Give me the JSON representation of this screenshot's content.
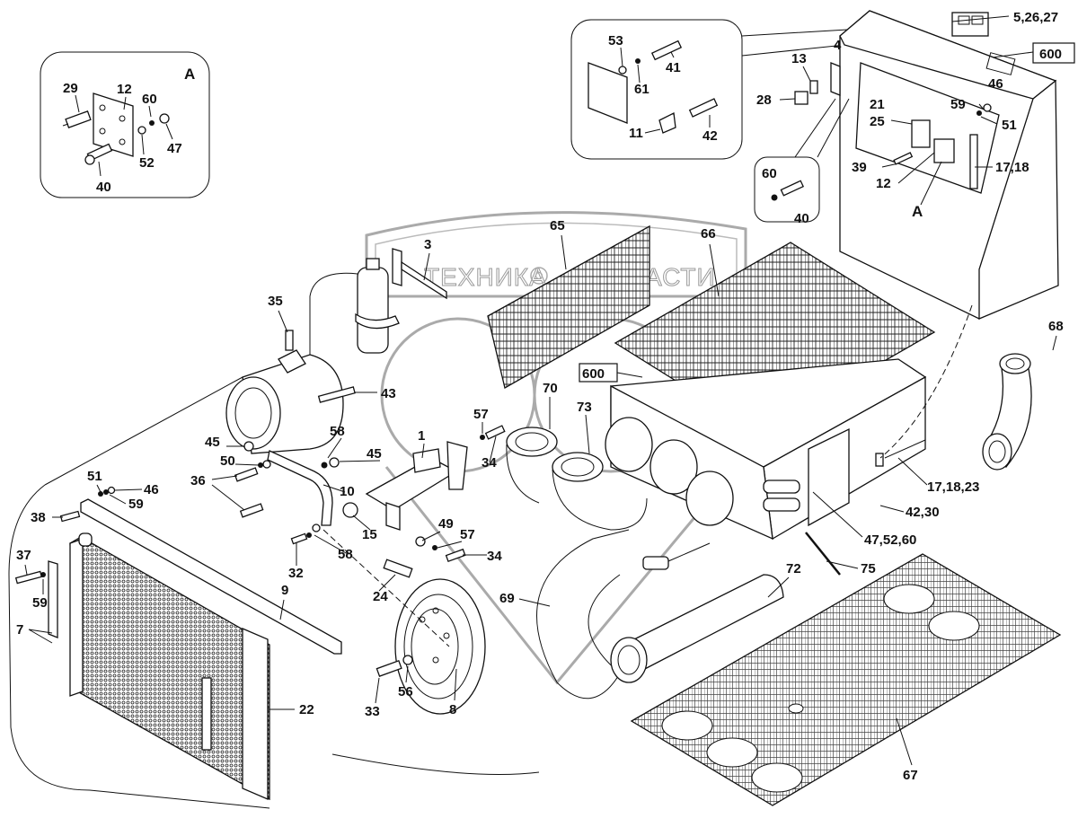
{
  "diagram": {
    "title": "Exploded parts view — air conditioning / heater unit",
    "watermark": {
      "left_word": "ТЕХНИКА",
      "right_word": "ЗАПЧАСТИ",
      "logo_letters": "ЭТ"
    },
    "inset_a": {
      "title": "A",
      "labels": [
        "29",
        "12",
        "60",
        "47",
        "52",
        "40"
      ]
    },
    "inset_bracket": {
      "labels": [
        "53",
        "41",
        "61",
        "11",
        "42"
      ]
    },
    "inset_bolt": {
      "labels": [
        "60",
        "40"
      ]
    },
    "ref_boxes": [
      "600",
      "600"
    ],
    "labels": {
      "l_5_26_27": "5,26,27",
      "l_4": "4",
      "l_13": "13",
      "l_28": "28",
      "l_21": "21",
      "l_25": "25",
      "l_59a": "59",
      "l_46a": "46",
      "l_51a": "51",
      "l_39": "39",
      "l_12": "12",
      "l_17_18": "17,18",
      "l_A": "A",
      "l_3": "3",
      "l_65": "65",
      "l_66": "66",
      "l_35": "35",
      "l_43": "43",
      "l_68": "68",
      "l_70": "70",
      "l_73": "73",
      "l_57a": "57",
      "l_34a": "34",
      "l_1": "1",
      "l_58a": "58",
      "l_45a": "45",
      "l_45b": "45",
      "l_50": "50",
      "l_36": "36",
      "l_10": "10",
      "l_15": "15",
      "l_49": "49",
      "l_57b": "57",
      "l_34b": "34",
      "l_58b": "58",
      "l_32": "32",
      "l_24": "24",
      "l_51b": "51",
      "l_46b": "46",
      "l_59b": "59",
      "l_38": "38",
      "l_37": "37",
      "l_59c": "59",
      "l_7": "7",
      "l_9": "9",
      "l_22": "22",
      "l_33": "33",
      "l_56": "56",
      "l_8": "8",
      "l_69": "69",
      "l_72": "72",
      "l_75": "75",
      "l_17_18_23": "17,18,23",
      "l_42_30": "42,30",
      "l_47_52_60": "47,52,60",
      "l_67": "67"
    },
    "part_icons": {
      "compressor": "compressor-icon",
      "receiver_drier": "receiver-drier-icon",
      "condenser": "condenser-radiator-icon",
      "evaporator_box": "evaporator-box-icon",
      "control_cabinet": "control-cabinet-icon",
      "pulley": "pulley-icon",
      "hoses": "hose-icon",
      "filter_mats": "filter-mat-icon"
    }
  }
}
